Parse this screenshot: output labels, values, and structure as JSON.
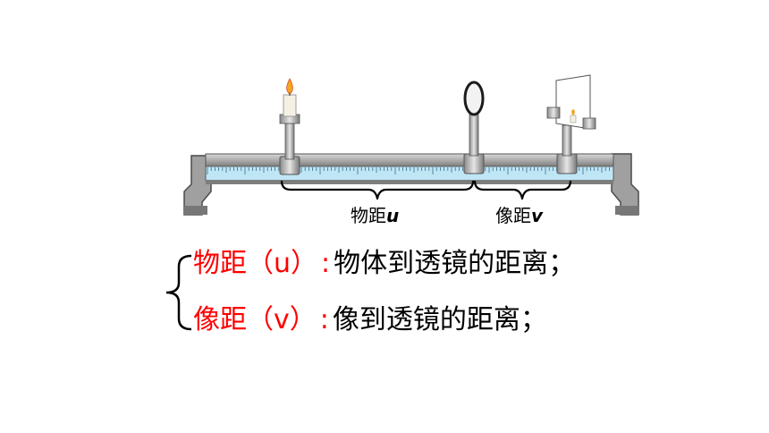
{
  "diagram": {
    "label_u": {
      "text": "物距",
      "var": "u"
    },
    "label_v": {
      "text": "像距",
      "var": "v"
    }
  },
  "definitions": [
    {
      "term": "物距（u）",
      "colon": ":",
      "desc": "物体到透镜的距离；"
    },
    {
      "term": "像距（v）",
      "colon": ":",
      "desc": "像到透镜的距离；"
    }
  ],
  "colors": {
    "term": "#ff0000",
    "rail_blue": "#bfe6f5",
    "bench_gray": "#9a9a9a",
    "flame": "#f5a623"
  },
  "icons": [
    "candle-icon",
    "lens-icon",
    "screen-icon",
    "brace-icon"
  ]
}
